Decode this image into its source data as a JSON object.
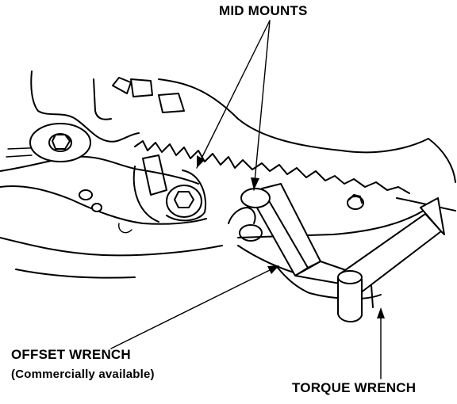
{
  "labels": {
    "mid_mounts": "MID MOUNTS",
    "offset_wrench": "OFFSET WRENCH",
    "offset_wrench_note": "(Commercially available)",
    "torque_wrench": "TORQUE WRENCH"
  }
}
